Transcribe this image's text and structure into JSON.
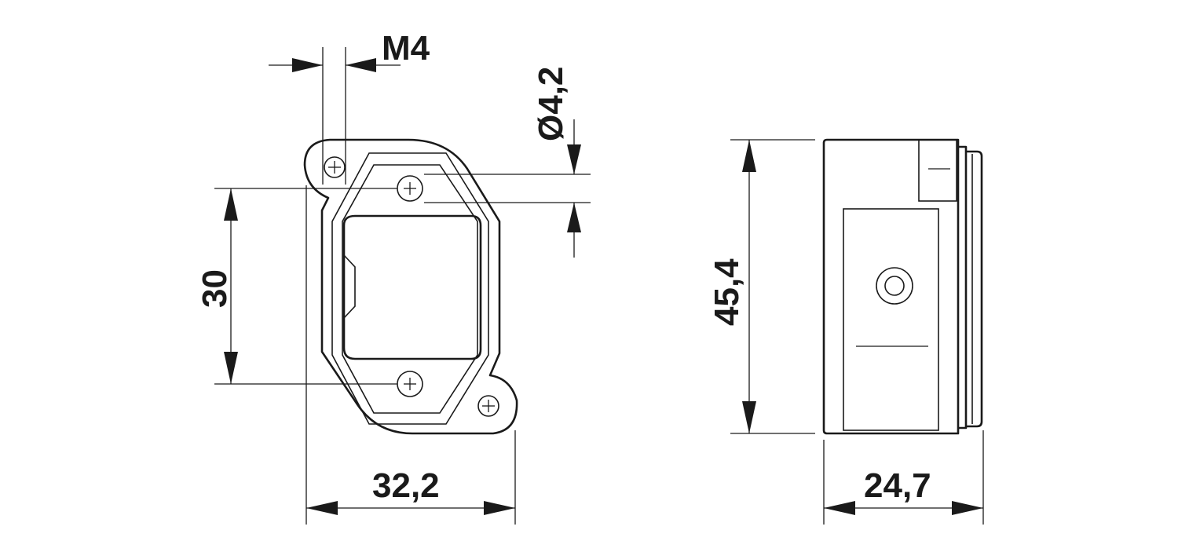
{
  "dimensions": {
    "thread": "M4",
    "hole_diameter": "Ø4,2",
    "hole_spacing": "30",
    "flange_width": "32,2",
    "housing_height": "45,4",
    "housing_depth": "24,7"
  },
  "colors": {
    "line": "#1a1a1a",
    "background": "#ffffff"
  }
}
